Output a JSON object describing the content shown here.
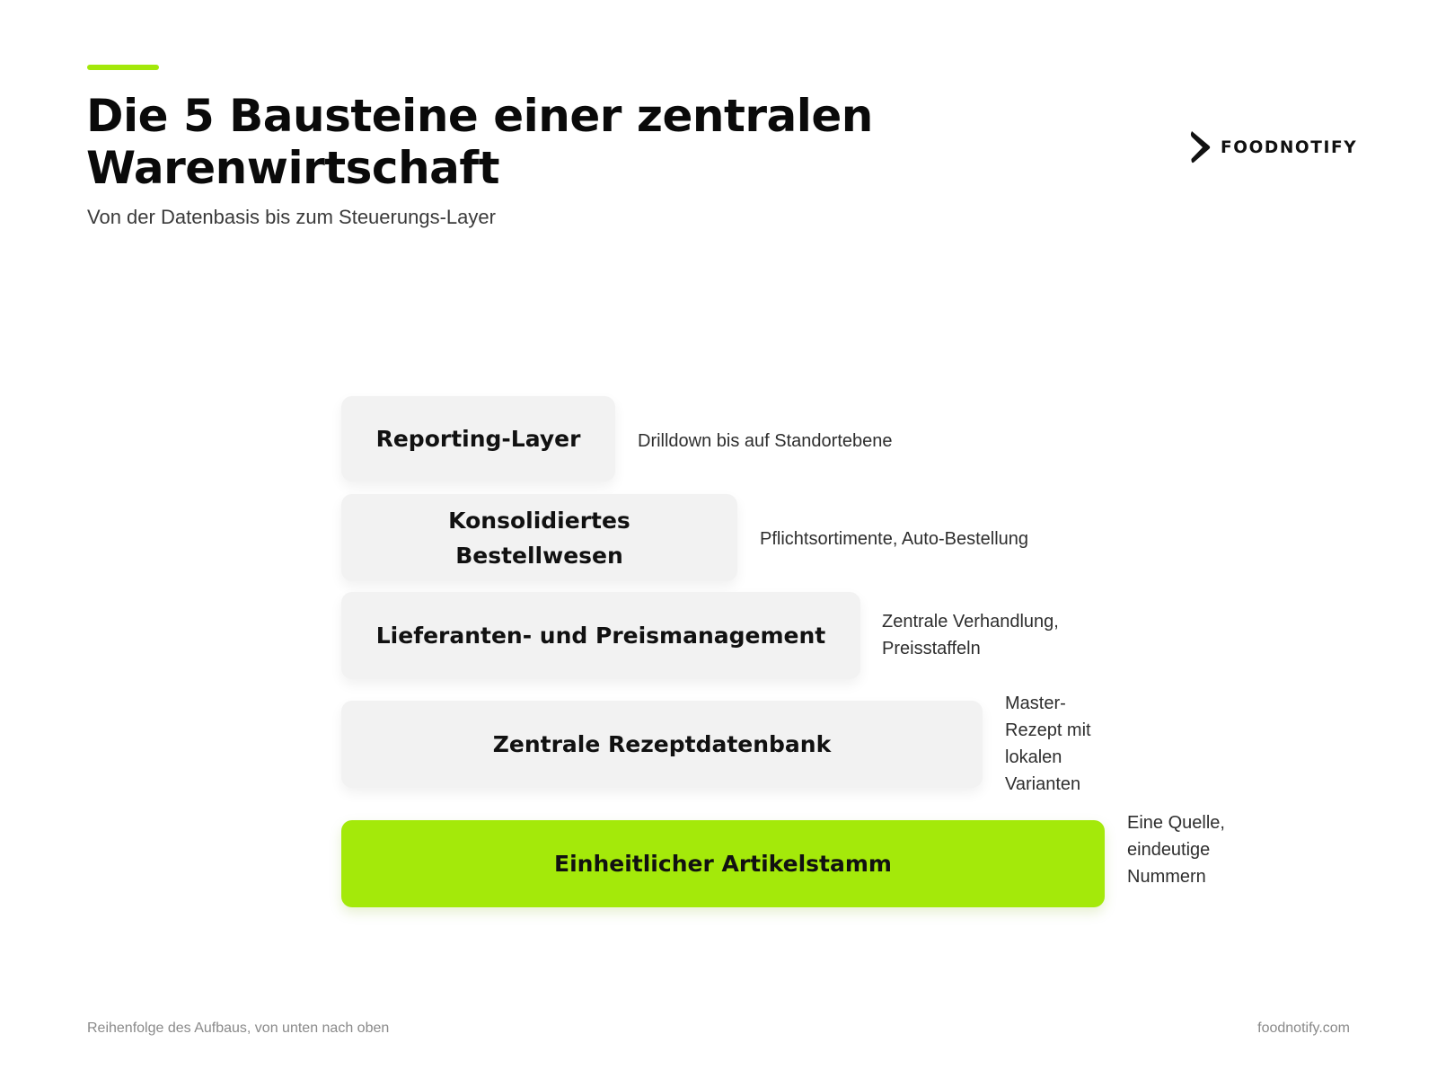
{
  "header": {
    "title_line1": "Die 5 Bausteine einer zentralen",
    "title_line2": "Warenwirtschaft",
    "subtitle": "Von der Datenbasis bis zum Steuerungs-Layer"
  },
  "brand": {
    "name": "FOODNOTIFY",
    "logo_icon": "foodnotify-chevron-icon",
    "accent_color": "#a4e90a"
  },
  "stack": {
    "order": "bottom-to-top",
    "layers": [
      {
        "label": "Reporting-Layer",
        "description": "Drilldown bis auf Standortebene",
        "highlighted": false
      },
      {
        "label": "Konsolidiertes Bestellwesen",
        "description": "Pflichtsortimente, Auto-Bestellung",
        "highlighted": false
      },
      {
        "label": "Lieferanten- und Preismanagement",
        "description": "Zentrale Verhandlung, Preisstaffeln",
        "highlighted": false
      },
      {
        "label": "Zentrale Rezeptdatenbank",
        "description": "Master-Rezept mit lokalen Varianten",
        "highlighted": false
      },
      {
        "label": "Einheitlicher Artikelstamm",
        "description": "Eine Quelle, eindeutige Nummern",
        "highlighted": true
      }
    ]
  },
  "footer": {
    "note": "Reihenfolge des Aufbaus, von unten nach oben",
    "url": "foodnotify.com"
  }
}
